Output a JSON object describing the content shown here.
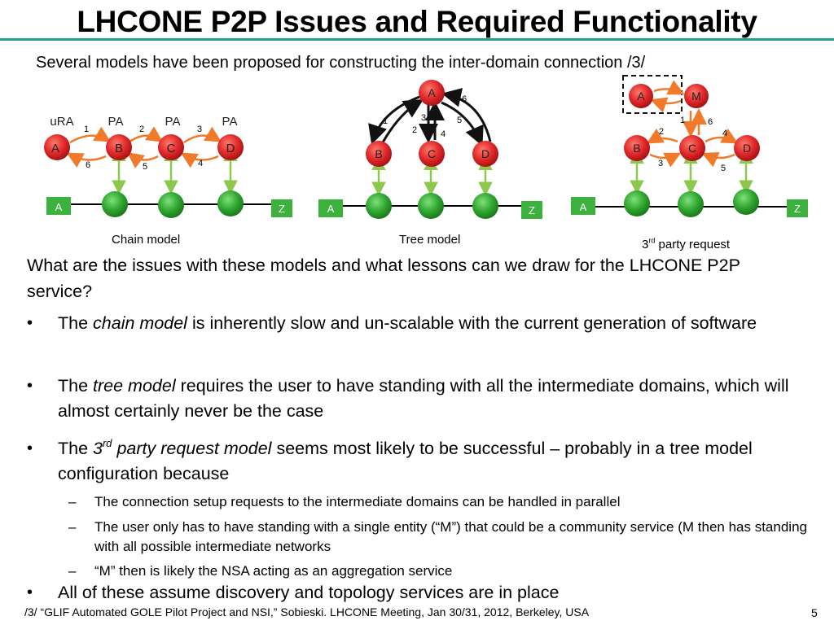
{
  "slide": {
    "title": "LHCONE P2P Issues and Required Functionality",
    "subtitle": "Several models have been proposed for constructing the inter-domain connection /3/",
    "page_number": "5",
    "footer": "/3/ “GLIF Automated GOLE Pilot Project and NSI,” Sobieski. LHCONE Meeting, Jan 30/31, 2012, Berkeley, USA"
  },
  "colors": {
    "rule": "#2a9d8f",
    "node_red": "#e0282a",
    "node_green": "#2fa52f",
    "box_green": "#3db13d",
    "arrow_orange": "#f07a2a",
    "link_green": "#8cc84b"
  },
  "diagrams": {
    "chain": {
      "caption": "Chain model",
      "node_labels": [
        "A",
        "B",
        "C",
        "D"
      ],
      "roles": [
        "uRA",
        "PA",
        "PA",
        "PA"
      ],
      "step_labels": [
        "1",
        "2",
        "3",
        "4",
        "5",
        "6"
      ],
      "endpoints": [
        "A",
        "Z"
      ]
    },
    "tree": {
      "caption": "Tree model",
      "node_labels": [
        "A",
        "B",
        "C",
        "D"
      ],
      "step_labels": [
        "1",
        "2",
        "3",
        "4",
        "5",
        "6"
      ],
      "endpoints": [
        "A",
        "Z"
      ]
    },
    "third_party": {
      "caption_sup": "rd",
      "caption_pre": "3",
      "caption_post": " party request",
      "node_labels": [
        "A",
        "M",
        "B",
        "C",
        "D"
      ],
      "step_labels": [
        "1",
        "2",
        "3",
        "4",
        "5",
        "6"
      ],
      "endpoints": [
        "A",
        "Z"
      ]
    }
  },
  "question": "What are the issues with these models and what lessons can we draw for the LHCONE P2P service?",
  "bullets": {
    "b1": {
      "pre": "The ",
      "em": "chain model",
      "post": " is inherently slow and un-scalable with the current generation of software"
    },
    "b2": {
      "pre": "The ",
      "em": "tree model",
      "post": " requires the user to have standing with all the intermediate domains, which will almost certainly never be the case"
    },
    "b3": {
      "pre": "The ",
      "em_pre": "3",
      "em_sup": "rd",
      "em": " party request model",
      "post": " seems most likely to be successful – probably in a tree model configuration because"
    },
    "b4": {
      "text": "All of these assume discovery and topology services are in place"
    }
  },
  "sub_bullets": [
    "The connection setup requests to the intermediate domains can be handled in parallel",
    "The user only has to have standing with a single entity (“M”) that could be a community service (M then has standing with all possible intermediate networks",
    "“M” then is likely the NSA acting as an aggregation service"
  ],
  "glyphs": {
    "bullet": "•",
    "dash": "–"
  }
}
